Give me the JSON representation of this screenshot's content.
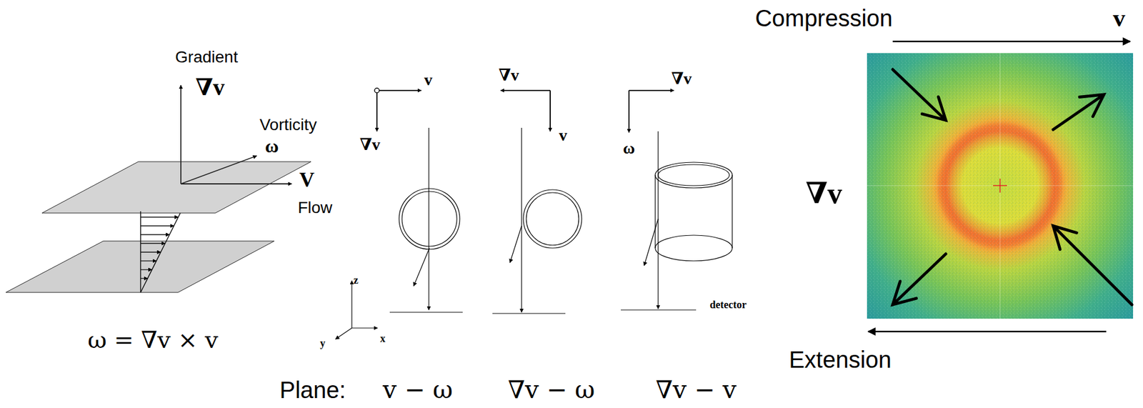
{
  "diagram": {
    "labels": [
      "Gradient",
      "∇v",
      "Vorticity",
      "ω",
      "V",
      "Flow",
      "ω = ∇v × v",
      "v",
      "∇v",
      "∇v",
      "v",
      "∇v",
      "ω",
      "detector",
      "z",
      "y",
      "x",
      "Plane:",
      "v − ω",
      "∇v − ω",
      "∇v − v",
      "Compression",
      "v",
      "∇v",
      "Extension"
    ]
  }
}
